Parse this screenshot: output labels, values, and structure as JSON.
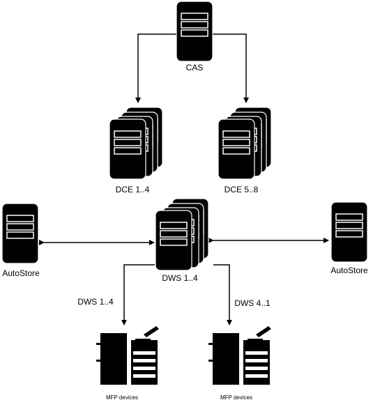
{
  "nodes": {
    "cas": {
      "label": "CAS"
    },
    "dce_a": {
      "label": "DCE 1..4"
    },
    "dce_b": {
      "label": "DCE 5..8"
    },
    "dws": {
      "label": "DWS 1..4"
    },
    "autostore_left": {
      "label": "AutoStore"
    },
    "autostore_right": {
      "label": "AutoStore"
    },
    "mfp_left": {
      "label": "MFP devices"
    },
    "mfp_right": {
      "label": "MFP devices"
    }
  },
  "edges": {
    "dws_to_mfp_left": {
      "label": "DWS 1..4"
    },
    "dws_to_mfp_right": {
      "label": "DWS 4..1"
    }
  },
  "colors": {
    "server": "#000000",
    "bay": "#ffffff",
    "line": "#000000"
  }
}
